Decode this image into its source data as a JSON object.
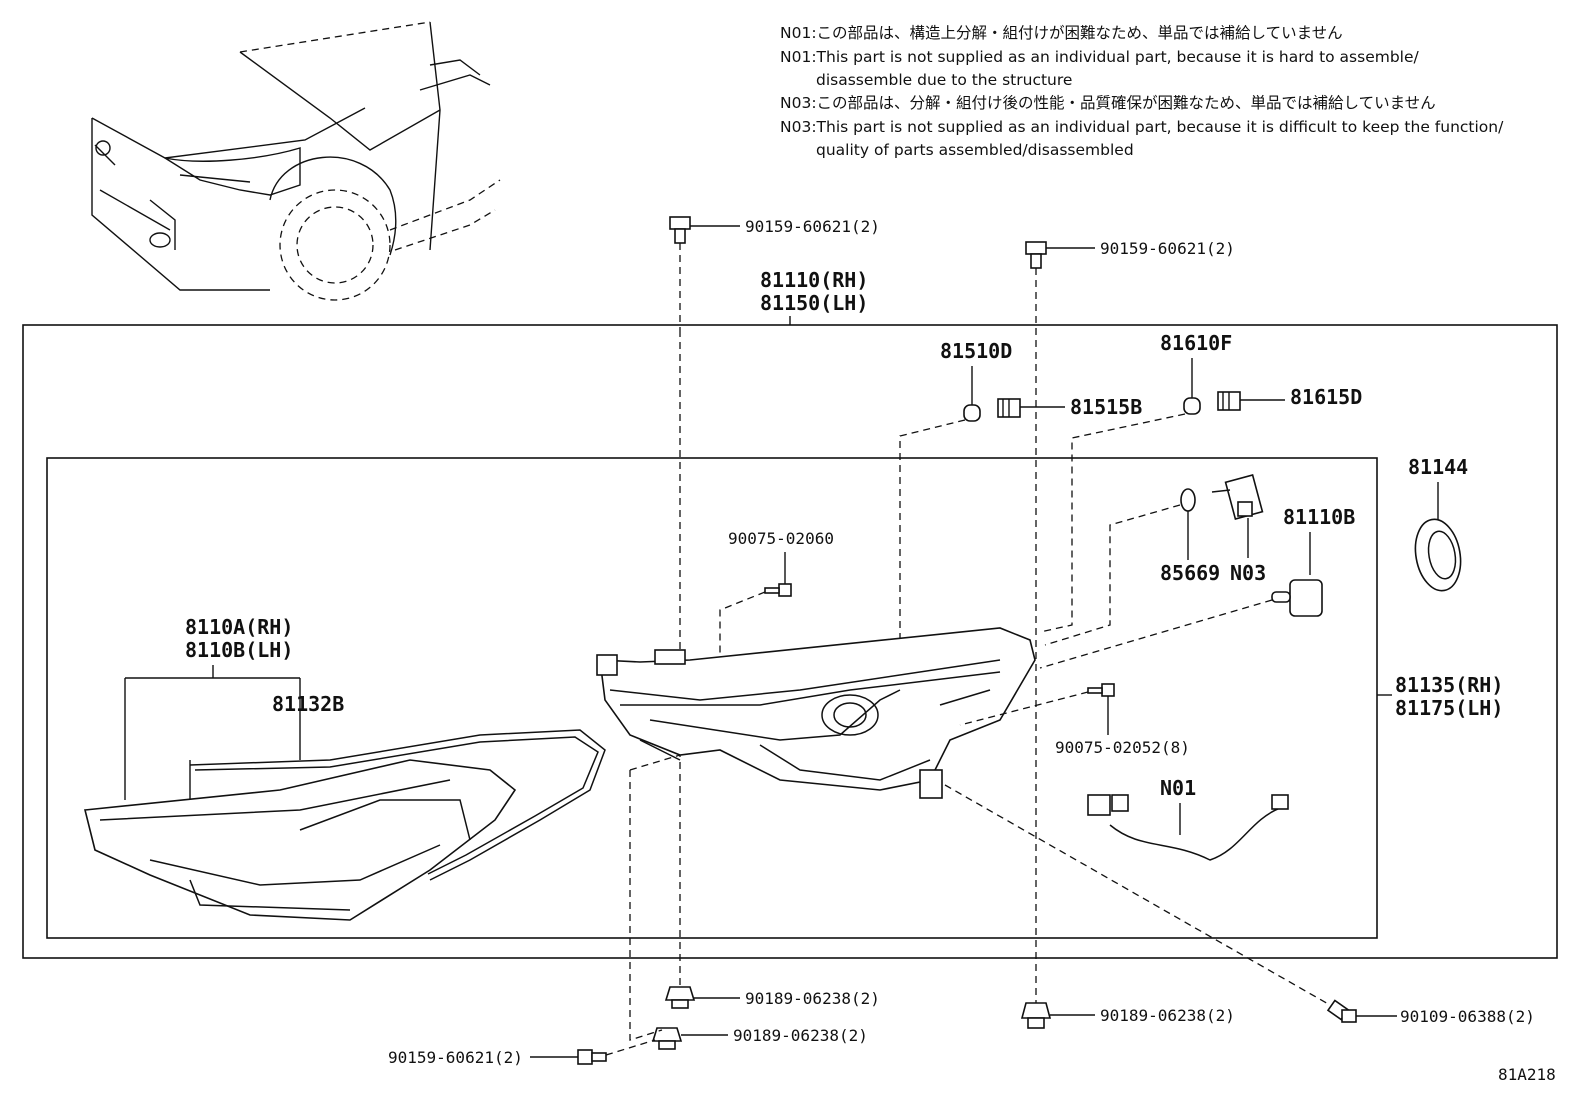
{
  "notes": {
    "n01_jp": "N01:この部品は、構造上分解・組付けが困難なため、単品では補給していません",
    "n01_en_1": "N01:This part is not supplied as an individual part, because it is hard to assemble/",
    "n01_en_2": "disassemble due to the structure",
    "n03_jp": "N03:この部品は、分解・組付け後の性能・品質確保が困難なため、単品では補給していません",
    "n03_en_1": "N03:This part is not supplied as an individual part, because it is difficult to keep the function/",
    "n03_en_2": "quality of parts assembled/disassembled"
  },
  "labels": {
    "bolt_top_left": "90159-60621(2)",
    "bolt_top_right": "90159-60621(2)",
    "assy_rh": "81110(RH)",
    "assy_lh": "81150(LH)",
    "bulb_81510d": "81510D",
    "socket_81515b": "81515B",
    "bulb_81610f": "81610F",
    "socket_81615d": "81615D",
    "cap_81144": "81144",
    "screw_90075_02060": "90075-02060",
    "gasket_85669": "85669",
    "n03": "N03",
    "bulb_81110b": "81110B",
    "lens_8110a": "8110A(RH)",
    "lens_8110b": "8110B(LH)",
    "gasket_81132b": "81132B",
    "housing_rh": "81135(RH)",
    "housing_lh": "81175(LH)",
    "screw_90075_02052": "90075-02052(8)",
    "n01": "N01",
    "nut_bottom_left_1": "90189-06238(2)",
    "nut_bottom_left_2": "90189-06238(2)",
    "bolt_bottom_left": "90159-60621(2)",
    "nut_bottom_right": "90189-06238(2)",
    "bolt_90109": "90109-06388(2)",
    "figure_code": "81A218"
  }
}
